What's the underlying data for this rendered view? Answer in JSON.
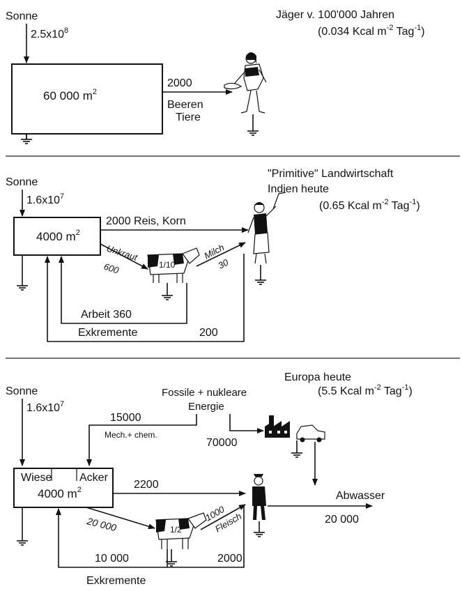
{
  "panel1": {
    "sun_label": "Sonne",
    "sun_value": "2.5x10",
    "sun_exp": "8",
    "area": "60 000 m",
    "area_sup": "2",
    "title": "Jäger  v. 100'000  Jahren",
    "rate": "(0.034 Kcal  m",
    "rate_exp1": "-2",
    "rate_mid": " Tag",
    "rate_exp2": "-1",
    "rate_close": ")",
    "flow_value": "2000",
    "flow_item1": "Beeren",
    "flow_item2": "Tiere"
  },
  "panel2": {
    "sun_label": "Sonne",
    "sun_value": "1.6x10",
    "sun_exp": "7",
    "area": "4000 m",
    "area_sup": "2",
    "title1": "\"Primitive\"  Landwirtschaft",
    "title2": "Indien  heute",
    "rate": "(0.65 Kcal  m",
    "rate_exp1": "-2",
    "rate_mid": " Tag",
    "rate_exp2": "-1",
    "rate_close": ")",
    "crop_flow": "2000  Reis, Korn",
    "weed_label": "Unkraut",
    "weed_value": "600",
    "cow_fraction": "1/10",
    "milk_label": "Milch",
    "milk_value": "30",
    "work_label": "Arbeit  360",
    "excrement_label": "Exkremente",
    "excrement_value": "200"
  },
  "panel3": {
    "sun_label": "Sonne",
    "sun_value": "1.6x10",
    "sun_exp": "7",
    "meadow": "Wiese",
    "field": "Acker",
    "area": "4000 m",
    "area_sup": "2",
    "title": "Europa  heute",
    "rate": "(5.5 Kcal  m",
    "rate_exp1": "-2",
    "rate_mid": " Tag",
    "rate_exp2": "-1",
    "rate_close": ")",
    "fossil1": "Fossile + nukleare",
    "fossil2": "Energie",
    "mech_value": "15000",
    "mech_label": "Mech.+ chem.",
    "industry_value": "70000",
    "crop_value": "2200",
    "feed_value": "20 000",
    "cow_fraction": "1/2",
    "meat_value": "1000",
    "meat_label": "Fleisch",
    "waste_label": "Abwasser",
    "waste_value": "20 000",
    "return_left": "10 000",
    "return_right": "2000",
    "excrement_label": "Exkremente"
  }
}
